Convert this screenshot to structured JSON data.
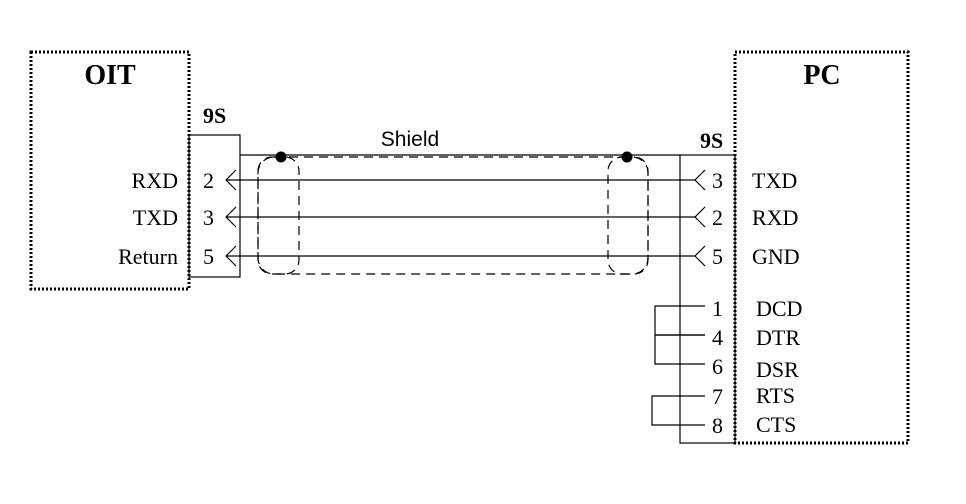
{
  "left_device": {
    "title": "OIT",
    "connector": "9S",
    "signals": [
      "RXD",
      "TXD",
      "Return"
    ],
    "pins": [
      "2",
      "3",
      "5"
    ]
  },
  "right_device": {
    "title": "PC",
    "connector": "9S",
    "signals": [
      "TXD",
      "RXD",
      "GND",
      "DCD",
      "DTR",
      "DSR",
      "RTS",
      "CTS"
    ],
    "pins": [
      "3",
      "2",
      "5",
      "1",
      "4",
      "6",
      "7",
      "8"
    ]
  },
  "cable": {
    "shield_label": "Shield"
  },
  "colors": {
    "line": "#000000",
    "background": "#ffffff"
  }
}
